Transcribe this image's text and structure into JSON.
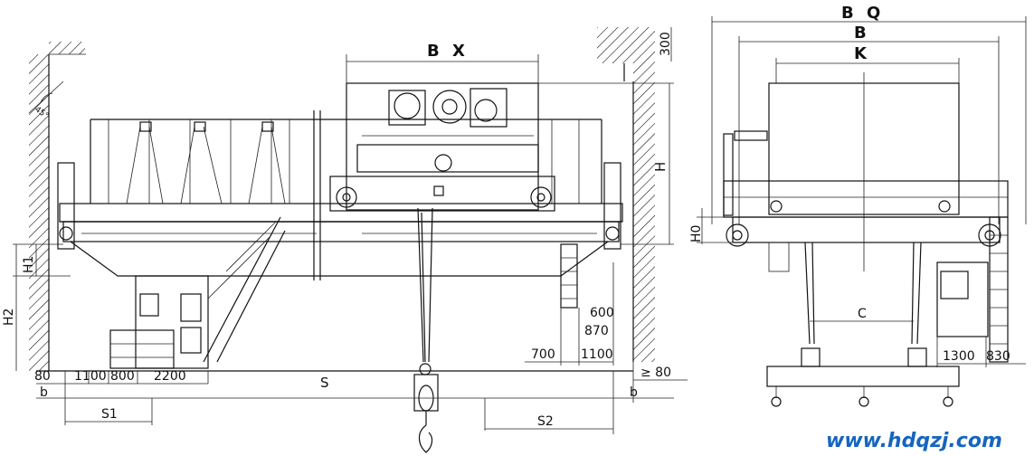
{
  "front_view": {
    "span_label": "S",
    "trolley_gauge_label": "B X",
    "height_label": "H",
    "h1_label": "H1",
    "h2_label": "H2",
    "s1_label": "S1",
    "s2_label": "S2",
    "b_left": "b",
    "b_right": "b",
    "clearance_top": "300",
    "angle_label": "45°",
    "dims_left": {
      "d80": "80",
      "d1100": "1100",
      "d800": "800",
      "d2200": "2200"
    },
    "dims_right": {
      "d600": "600",
      "d870": "870",
      "d700": "700",
      "d1100": "1100",
      "min80": "≥ 80"
    }
  },
  "side_view": {
    "overall_width": "B Q",
    "wheel_base": "B",
    "trolley_k": "K",
    "h0_label": "H0",
    "c_label": "C",
    "dim_1300": "1300",
    "dim_830": "830"
  },
  "watermark": "www.hdqzj.com"
}
